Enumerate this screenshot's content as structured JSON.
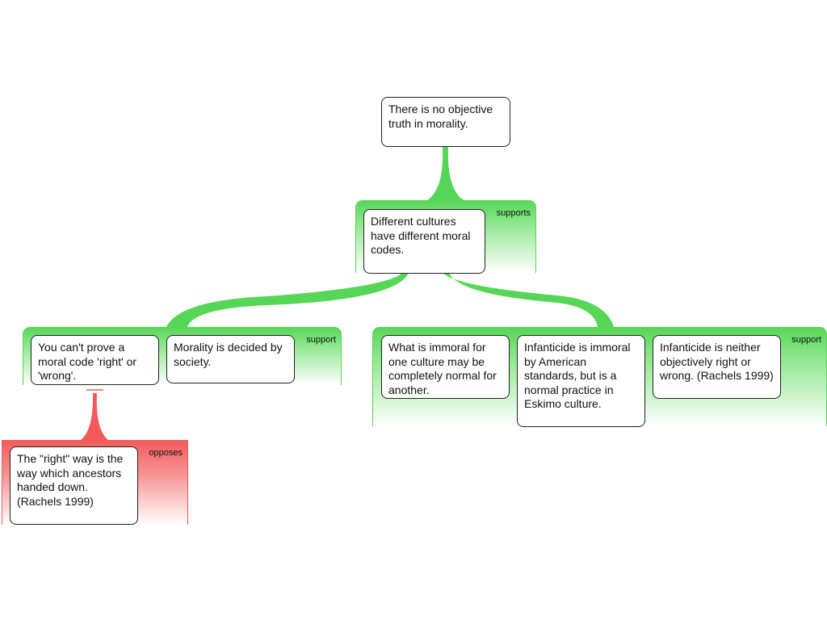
{
  "nodes": {
    "claim": "There is no objective truth in morality.",
    "cultures": "Different cultures have different moral codes.",
    "cant_prove": "You can't prove a moral code 'right' or 'wrong'.",
    "society": "Morality is decided by society.",
    "immoral": "What is immoral for one culture may be completely normal for another.",
    "infanticide_american": "Infanticide is immoral by American standards, but is a normal practice in Eskimo culture.",
    "infanticide_neither": "Infanticide is neither objectively right or wrong. (Rachels 1999)",
    "right_way": "The \"right\" way is the way which ancestors handed down.(Rachels 1999)"
  },
  "relations": {
    "supports": "supports",
    "support_left": "support",
    "support_right": "support",
    "opposes": "opposes"
  },
  "colors": {
    "support": "#56d656",
    "oppose": "#f25a5a"
  }
}
